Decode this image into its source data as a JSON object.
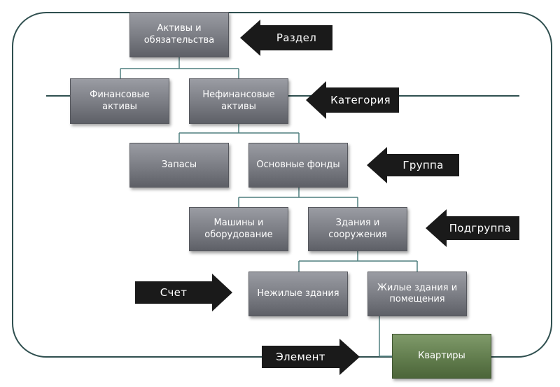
{
  "colors": {
    "frame": "#2f4f4f",
    "connector": "#3f6f6f",
    "box": "#7a7c83",
    "box_highlight": "#5f7a4b",
    "arrow": "#1a1a1a"
  },
  "nodes": {
    "assets_liabilities": "Активы и\nобязательства",
    "financial_assets": "Финансовые\nактивы",
    "nonfinancial_assets": "Нефинансовые\nактивы",
    "inventories": "Запасы",
    "fixed_assets": "Основные фонды",
    "machinery": "Машины и\nоборудование",
    "buildings": "Здания и\nсооружения",
    "nonresidential": "Нежилые здания",
    "residential": "Жилые здания и\nпомещения",
    "apartments": "Квартиры"
  },
  "levels": {
    "section": "Раздел",
    "category": "Категория",
    "group": "Группа",
    "subgroup": "Подгруппа",
    "account": "Счет",
    "element": "Элемент"
  }
}
